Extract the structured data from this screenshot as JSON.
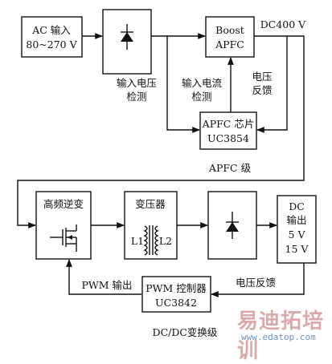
{
  "labels": {
    "ac_input_line1": "AC 输入",
    "ac_input_line2": "80~270 V",
    "boost_line1": "Boost",
    "boost_line2": "APFC",
    "dc400": "DC400 V",
    "v_detect_line1": "输入电压",
    "v_detect_line2": "检测",
    "i_detect_line1": "输入电流",
    "i_detect_line2": "检测",
    "v_feedback_line1": "电压",
    "v_feedback_line2": "反馈",
    "apfc_chip_line1": "APFC 芯片",
    "apfc_chip_line2": "UC3854",
    "apfc_stage": "APFC 级",
    "hf_inverter": "高频逆变",
    "transformer": "变压器",
    "l1": "L1",
    "l2": "L2",
    "dc_out_line1": "DC",
    "dc_out_line2": "输出",
    "dc_out_line3": "5 V",
    "dc_out_line4": "15 V",
    "pwm_output": "PWM 输出",
    "pwm_ctrl_line1": "PWM 控制器",
    "pwm_ctrl_line2": "UC3842",
    "v_feedback2": "电压反馈",
    "dcdc_stage": "DC/DC变换级"
  },
  "watermark": {
    "main": "易迪拓培训",
    "url": "www.edatop.com"
  },
  "colors": {
    "line": "#111111",
    "watermark_main": "#d9a0a0",
    "watermark_url": "#5d84b8"
  }
}
